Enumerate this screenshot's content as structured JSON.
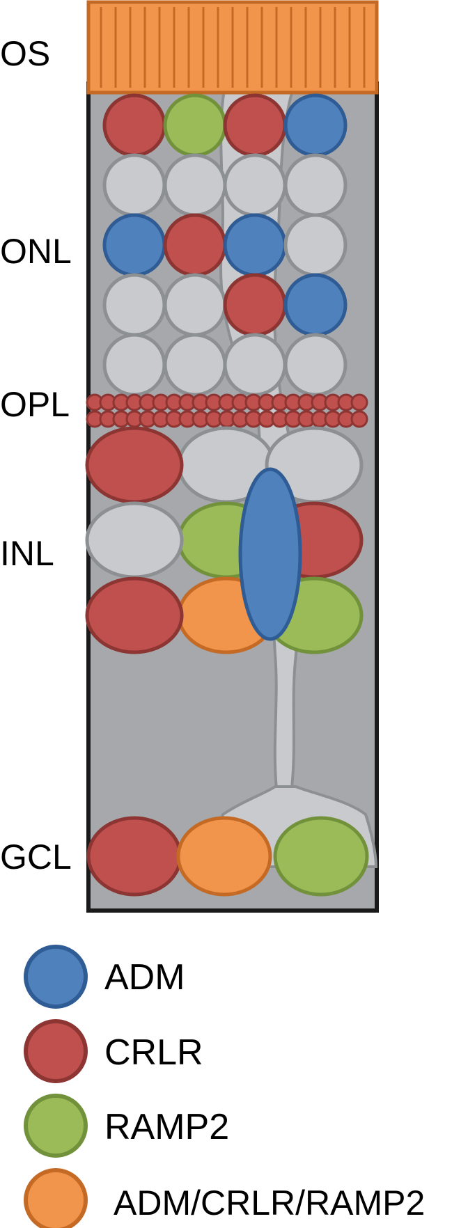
{
  "layers": {
    "os": "OS",
    "onl": "ONL",
    "opl": "OPL",
    "inl": "INL",
    "gcl": "GCL"
  },
  "legend": [
    {
      "label": "ADM",
      "fill": "#4f81bd",
      "stroke": "#2f5c94"
    },
    {
      "label": "CRLR",
      "fill": "#c0504d",
      "stroke": "#8c3532"
    },
    {
      "label": "RAMP2",
      "fill": "#9bbb59",
      "stroke": "#71923a"
    },
    {
      "label": "ADM/CRLR/RAMP2",
      "fill": "#f0954b",
      "stroke": "#c46a24"
    }
  ],
  "colors": {
    "retina_background": "#a6a8ab",
    "unlabeled_cell": "#c8cacd",
    "cell_outline": "#8d9093",
    "photoreceptor_segment": "#f0954b",
    "opl_beads": "#c0504d"
  }
}
